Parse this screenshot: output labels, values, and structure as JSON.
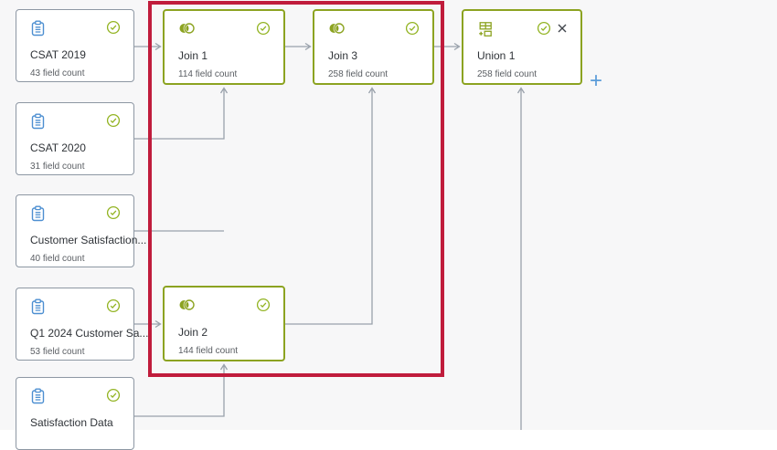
{
  "diagram": {
    "type": "data-flow-graph",
    "nodes": [
      {
        "id": "csat-2019",
        "kind": "source-table",
        "icon": "clipboard-icon",
        "title": "CSAT 2019",
        "field_count": "43 field count",
        "status": "validated"
      },
      {
        "id": "csat-2020",
        "kind": "source-table",
        "icon": "clipboard-icon",
        "title": "CSAT 2020",
        "field_count": "31 field count",
        "status": "validated"
      },
      {
        "id": "customer-satisfaction",
        "kind": "source-table",
        "icon": "clipboard-icon",
        "title": "Customer Satisfaction...",
        "field_count": "40 field count",
        "status": "validated"
      },
      {
        "id": "q1-2024-customer",
        "kind": "source-table",
        "icon": "clipboard-icon",
        "title": "Q1 2024 Customer Sa...",
        "field_count": "53 field count",
        "status": "validated"
      },
      {
        "id": "satisfaction-data",
        "kind": "source-table",
        "icon": "clipboard-icon",
        "title": "Satisfaction Data",
        "field_count": "",
        "status": "validated"
      },
      {
        "id": "join-1",
        "kind": "join",
        "icon": "join-icon",
        "title": "Join 1",
        "field_count": "114 field count",
        "status": "validated"
      },
      {
        "id": "join-3",
        "kind": "join",
        "icon": "join-icon",
        "title": "Join 3",
        "field_count": "258 field count",
        "status": "validated"
      },
      {
        "id": "join-2",
        "kind": "join",
        "icon": "join-icon",
        "title": "Join 2",
        "field_count": "144 field count",
        "status": "validated"
      },
      {
        "id": "union-1",
        "kind": "union",
        "icon": "union-icon",
        "title": "Union 1",
        "field_count": "258 field count",
        "status": "validated",
        "closable": true
      }
    ],
    "edges": [
      {
        "from": "csat-2019",
        "to": "join-1"
      },
      {
        "from": "csat-2020",
        "to": "join-1"
      },
      {
        "from": "customer-satisfaction",
        "to": "join-1"
      },
      {
        "from": "join-1",
        "to": "join-3"
      },
      {
        "from": "q1-2024-customer",
        "to": "join-2"
      },
      {
        "from": "satisfaction-data",
        "to": "join-2"
      },
      {
        "from": "join-2",
        "to": "join-3"
      },
      {
        "from": "join-3",
        "to": "union-1"
      },
      {
        "from": "offscreen-below",
        "to": "union-1"
      }
    ],
    "selection_highlight": {
      "contains": [
        "join-1",
        "join-3",
        "join-2"
      ],
      "color": "#c01c3c"
    },
    "add_button": {
      "label": "+"
    }
  },
  "colors": {
    "background": "#f7f7f8",
    "source_border": "#8d97a3",
    "transform_border": "#8ca321",
    "status_green": "#92b321",
    "source_icon_blue": "#4d8fd1",
    "connector_gray": "#99a1ab",
    "highlight_red": "#c01c3c",
    "add_blue": "#5b9cd9",
    "title_text": "#2f3338",
    "count_text": "#5a5e63"
  }
}
